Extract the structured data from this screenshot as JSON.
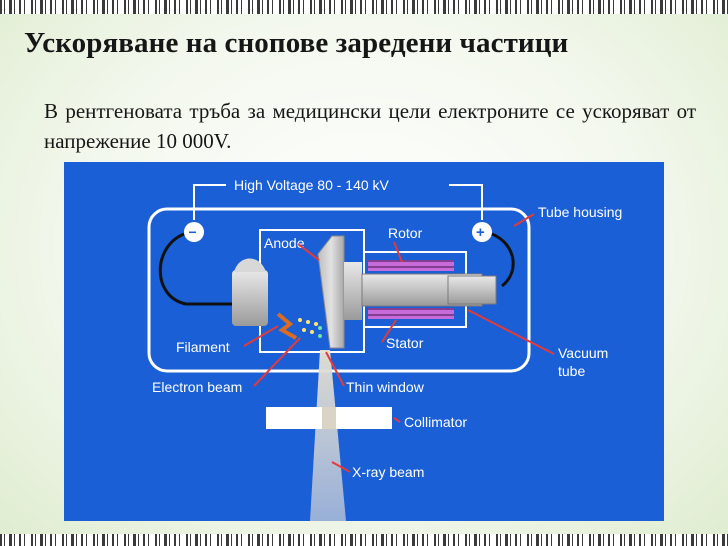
{
  "slide": {
    "title": "Ускоряване на снопове заредени частици",
    "body": "В рентгеновата тръба за медицински цели електроните се ускоряват от напрежение 10 000V."
  },
  "diagram": {
    "labels": {
      "high_voltage": "High Voltage 80 - 140 kV",
      "tube_housing": "Tube housing",
      "anode": "Anode",
      "rotor": "Rotor",
      "filament": "Filament",
      "stator": "Stator",
      "vacuum": "Vacuum",
      "tube": "tube",
      "electron_beam": "Electron beam",
      "thin_window": "Thin window",
      "collimator": "Collimator",
      "xray_beam": "X-ray beam"
    },
    "colors": {
      "background": "#1a5fd6",
      "outline": "#ffffff",
      "leader": "#e33a3a",
      "cathode_wire": "#111111",
      "coil": "#c86ad8",
      "filament": "#d96b22"
    }
  }
}
